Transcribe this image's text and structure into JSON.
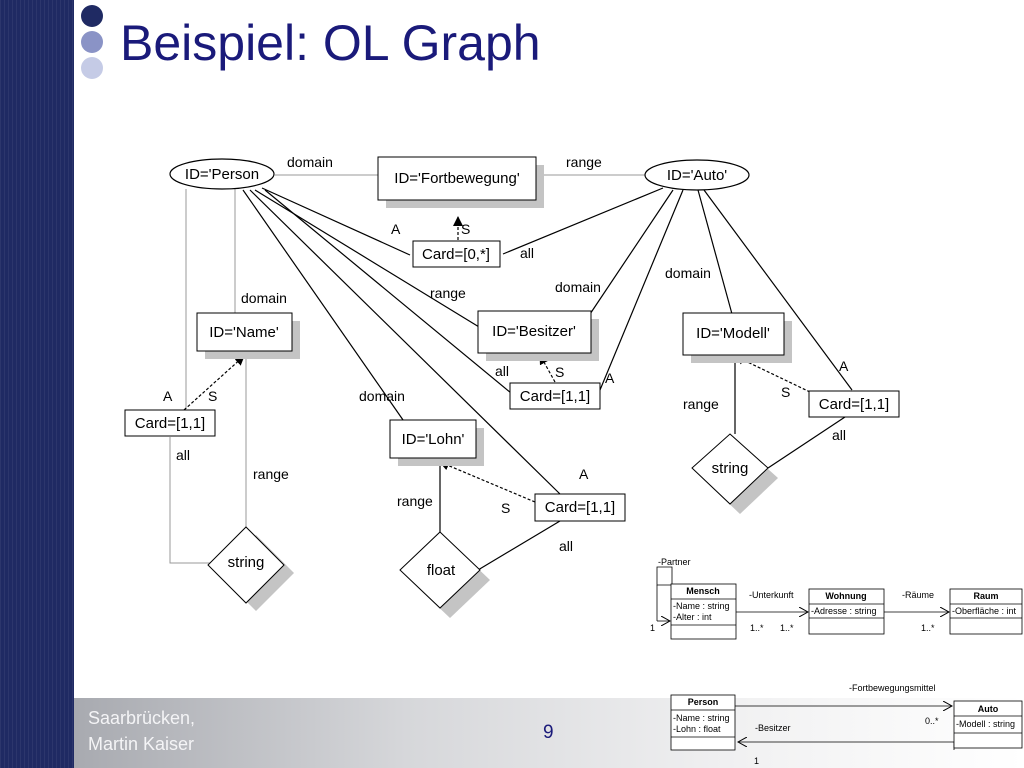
{
  "slide": {
    "title": "Beispiel: OL Graph",
    "footer_line1": "Saarbrücken,",
    "footer_line2": "Martin Kaiser",
    "page_number": "9"
  },
  "colors": {
    "sidebar": "#1f2a63",
    "title": "#1a1a7a",
    "bullet_dots": [
      "#1f2a63",
      "#8a93c6",
      "#c5cbe6"
    ],
    "shadow": "#c4c4c4"
  },
  "graph": {
    "nodes": {
      "person": "ID='Person",
      "auto": "ID='Auto'",
      "fortbewegung": "ID='Fortbewegung'",
      "name": "ID='Name'",
      "besitzer": "ID='Besitzer'",
      "modell": "ID='Modell'",
      "lohn": "ID='Lohn'",
      "card_0_many": "Card=[0,*]",
      "card_name": "Card=[1,1]",
      "card_besitzer": "Card=[1,1]",
      "card_modell": "Card=[1,1]",
      "card_lohn": "Card=[1,1]",
      "string_name": "string",
      "string_modell": "string",
      "float_lohn": "float"
    },
    "labels": {
      "domain": "domain",
      "range": "range",
      "all": "all",
      "A": "A",
      "S": "S"
    }
  },
  "uml_top": {
    "partner": "-Partner",
    "mensch": {
      "name": "Mensch",
      "attr1": "-Name : string",
      "attr2": "-Alter : int"
    },
    "unterkunft": "-Unterkunft",
    "wohnung": {
      "name": "Wohnung",
      "attr1": "-Adresse : string"
    },
    "raeume": "-Räume",
    "raum": {
      "name": "Raum",
      "attr1": "-Oberfläche : int"
    },
    "mult_one": "1",
    "mult_one_many": "1..*"
  },
  "uml_bottom": {
    "fortbewegungsmittel": "-Fortbewegungsmittel",
    "person": {
      "name": "Person",
      "attr1": "-Name : string",
      "attr2": "-Lohn : float"
    },
    "besitzer": "-Besitzer",
    "auto": {
      "name": "Auto",
      "attr1": "-Modell : string"
    },
    "mult_zero_many": "0..*",
    "mult_one": "1"
  }
}
